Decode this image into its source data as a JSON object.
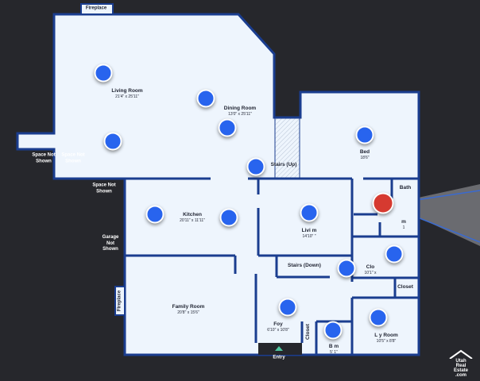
{
  "rooms": {
    "living_room": {
      "name": "Living Room",
      "dims": "21'4\" x 25'11\""
    },
    "dining_room": {
      "name": "Dining Room",
      "dims": "13'0\" x 25'11\""
    },
    "bedroom": {
      "name": "Bed",
      "dims": "18'6\""
    },
    "stairs_up": {
      "name": "Stairs (Up)"
    },
    "kitchen": {
      "name": "Kitchen",
      "dims": "20'11\" x 11'11\""
    },
    "living_room_2": {
      "name": "Livi   m",
      "dims": "14'10\"     \""
    },
    "bath": {
      "name": "Bath"
    },
    "current_room": {
      "name": "m",
      "dims": "1"
    },
    "closet_room": {
      "name": "Clo",
      "dims": "10'1\" x"
    },
    "stairs_down": {
      "name": "Stairs (Down)"
    },
    "closet_1": {
      "name": "Closet"
    },
    "closet_2": {
      "name": "Closet"
    },
    "family_room": {
      "name": "Family Room",
      "dims": "20'8\" x 15'6\""
    },
    "foyer": {
      "name": "Foy",
      "dims": "6'10\" x 10'8\""
    },
    "bathroom": {
      "name": "B     m",
      "dims": "5'     1\""
    },
    "laundry_room": {
      "name": "L        y Room",
      "dims": "10'5\" x 8'8\""
    }
  },
  "outside_labels": {
    "fireplace_top": "Fireplace",
    "fireplace_left": "Fireplace",
    "space_not_shown_1": "Space Not Shown",
    "space_not_shown_2": "Space Not Shown",
    "space_not_shown_3": "Space Not Shown",
    "garage_not_shown": "Garage Not Shown",
    "entry": "Entry"
  },
  "logo": {
    "line1": "Utah",
    "line2": "Real",
    "line3": "Estate",
    "line4": ".com"
  },
  "colors": {
    "wall": "#1a3d8f",
    "floor": "#eef5fd",
    "hotspot": "#2864ee",
    "active_hotspot": "#d63a30",
    "background": "#26272c"
  }
}
